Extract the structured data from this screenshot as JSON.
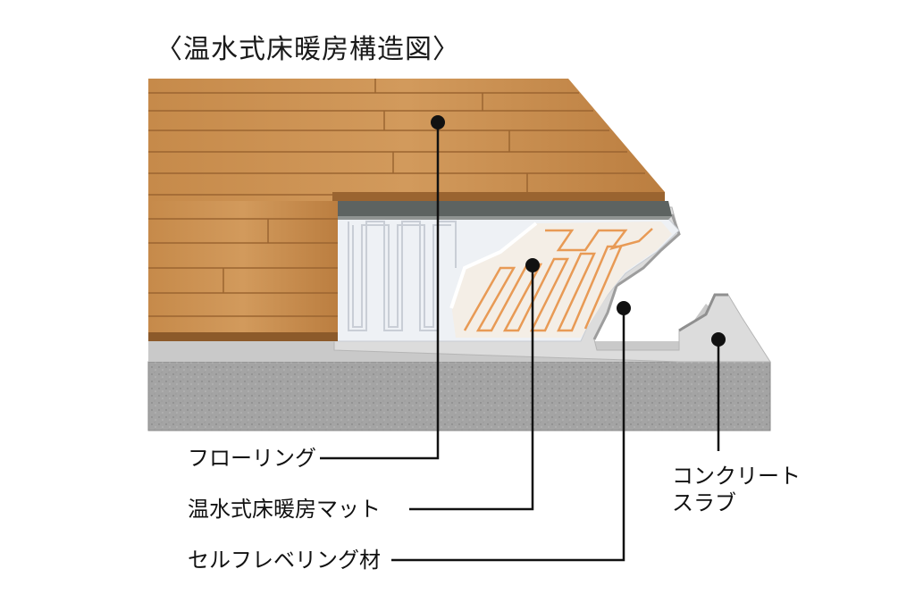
{
  "title": "〈温水式床暖房構造図〉",
  "labels": {
    "flooring": "フローリング",
    "heating_mat": "温水式床暖房マット",
    "self_leveling": "セルフレベリング材",
    "concrete_slab_line1": "コンクリート",
    "concrete_slab_line2": "スラブ"
  },
  "colors": {
    "wood": "#c98f4f",
    "wood_dark": "#a86d33",
    "concrete": "#a8a8a8",
    "concrete_top": "#cfcfcf",
    "leveling": "#e0e0e0",
    "mat_pipe": "#e8a060",
    "mat_sheet": "#eef1f5",
    "leader": "#111111"
  }
}
